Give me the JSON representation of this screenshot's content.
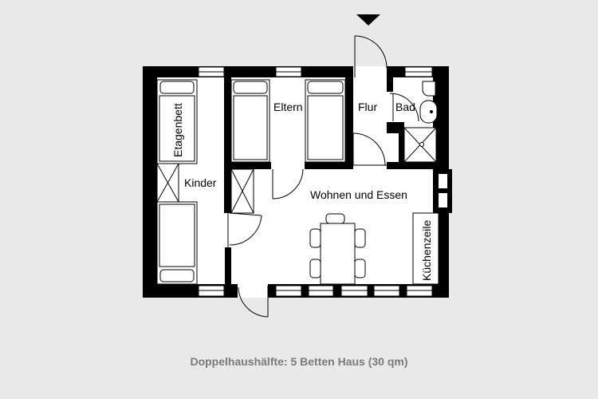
{
  "rooms": {
    "kids_room": "Kinder",
    "bunk_bed": "Etagenbett",
    "parents_room": "Eltern",
    "hallway": "Flur",
    "bathroom": "Bad",
    "living_dining": "Wohnen und Essen",
    "kitchenette": "Küchenzeile"
  },
  "caption": "Doppelhaushälfte: 5 Betten Haus (30 qm)"
}
